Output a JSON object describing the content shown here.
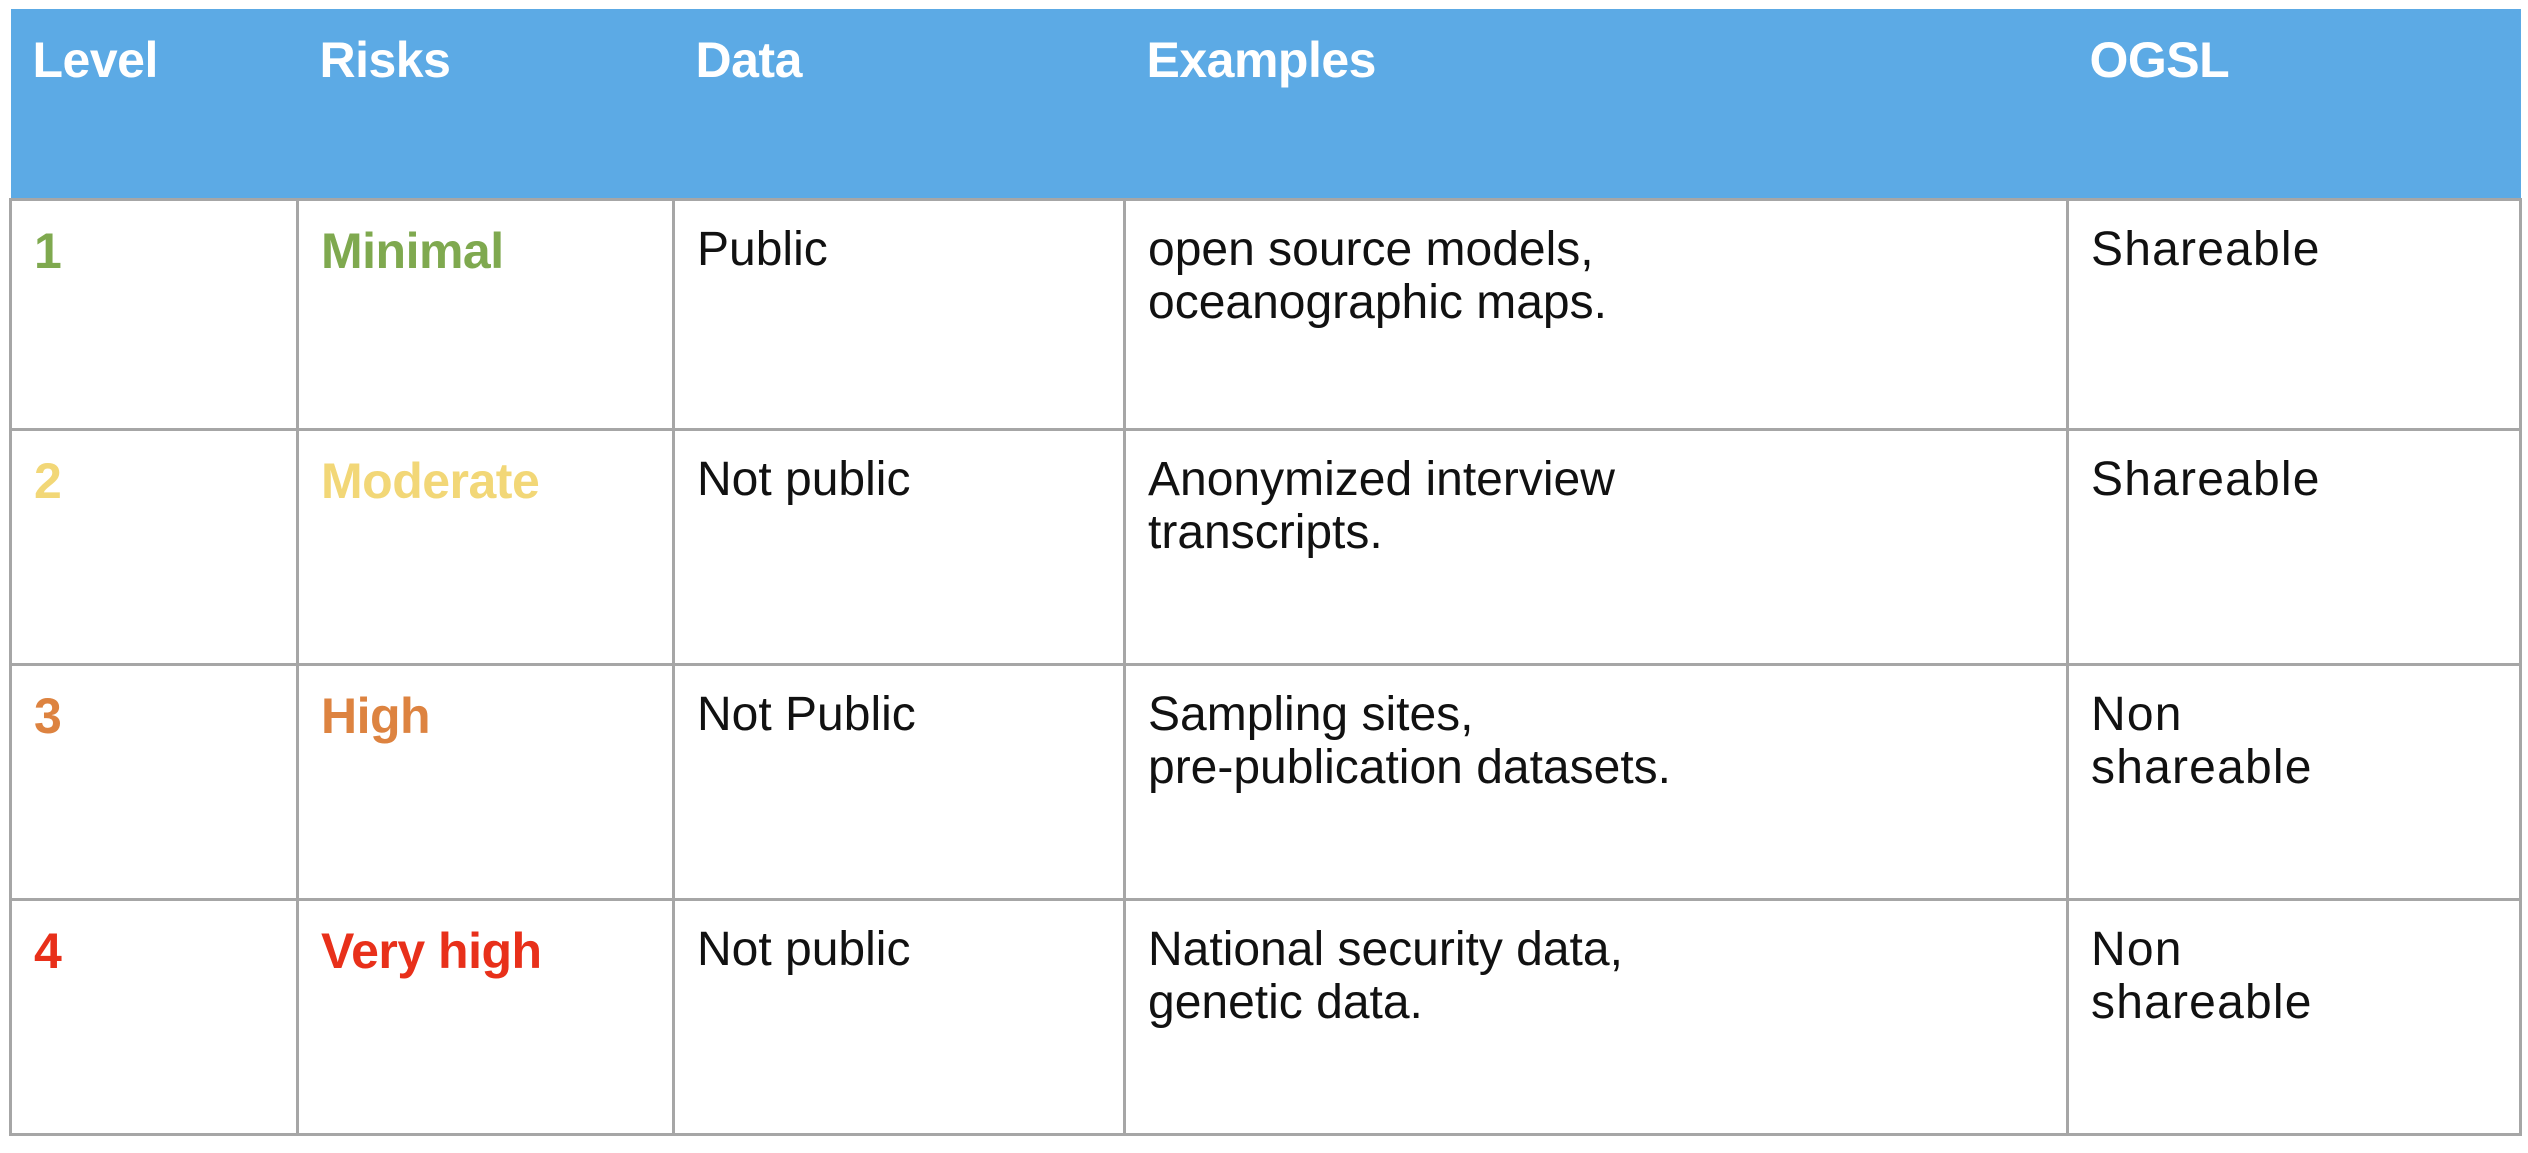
{
  "table": {
    "name": "data-risk-classification-table",
    "header": {
      "background_color": "#5CAAE5",
      "text_color": "#FFFFFF",
      "columns": [
        {
          "key": "level",
          "label": "Level"
        },
        {
          "key": "risks",
          "label": "Risks"
        },
        {
          "key": "data",
          "label": "Data"
        },
        {
          "key": "examples",
          "label": "Examples"
        },
        {
          "key": "ogsl",
          "label": "OGSL"
        }
      ]
    },
    "border_color": "#A6A6A6",
    "rows": [
      {
        "level": "1",
        "risk": "Minimal",
        "risk_color": "#7FA94F",
        "data": "Public",
        "examples_line1": "open source models,",
        "examples_line2": "oceanographic maps.",
        "ogsl_line1": "Shareable",
        "ogsl_line2": ""
      },
      {
        "level": "2",
        "risk": "Moderate",
        "risk_color": "#F2D777",
        "data": "Not public",
        "examples_line1": "Anonymized interview",
        "examples_line2": "transcripts.",
        "ogsl_line1": "Shareable",
        "ogsl_line2": ""
      },
      {
        "level": "3",
        "risk": "High",
        "risk_color": "#DD8340",
        "data": "Not Public",
        "examples_line1": "Sampling sites,",
        "examples_line2": "pre-publication datasets.",
        "ogsl_line1": "Non",
        "ogsl_line2": "shareable"
      },
      {
        "level": "4",
        "risk": "Very high",
        "risk_color": "#E8301A",
        "data": "Not public",
        "examples_line1": "National security data,",
        "examples_line2": "genetic data.",
        "ogsl_line1": "Non",
        "ogsl_line2": "shareable"
      }
    ]
  }
}
